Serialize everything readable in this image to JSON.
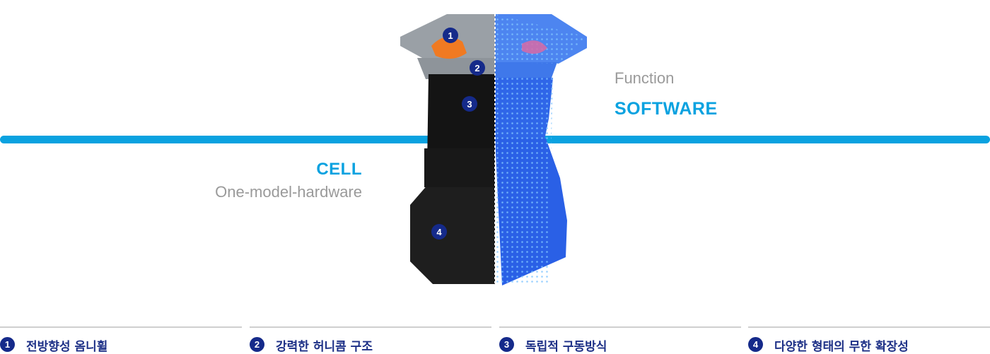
{
  "left_block": {
    "title": "CELL",
    "subtitle": "One-model-hardware"
  },
  "right_block": {
    "subtitle": "Function",
    "title": "SOFTWARE"
  },
  "robot_markers": [
    {
      "num": "1"
    },
    {
      "num": "2"
    },
    {
      "num": "3"
    },
    {
      "num": "4"
    }
  ],
  "features": [
    {
      "num": "1",
      "label": "전방향성 옴니휠"
    },
    {
      "num": "2",
      "label": "강력한 허니콤 구조"
    },
    {
      "num": "3",
      "label": "독립적 구동방식"
    },
    {
      "num": "4",
      "label": "다양한 형태의 무한 확장성"
    }
  ],
  "colors": {
    "accent": "#0aa2e0",
    "marker": "#152a8a",
    "feature_text": "#1c2f86",
    "muted": "#9a9a9a"
  },
  "image": {
    "description_icon": "robot-cell-image"
  }
}
